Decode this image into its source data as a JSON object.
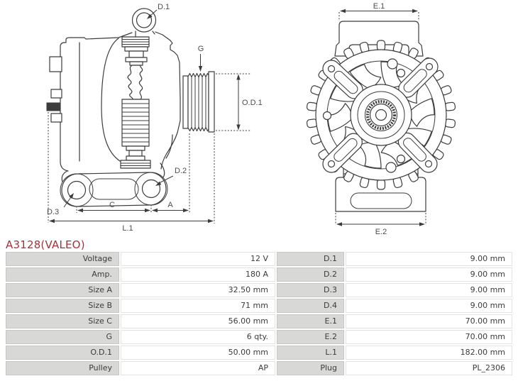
{
  "header": {
    "part_number": "A3128(VALEO)"
  },
  "colors": {
    "accent_red": "#a23339",
    "drawing_line": "#3c3c3c",
    "table_label_bg": "#d8d8d6"
  },
  "diagram": {
    "labels": {
      "d1": "D.1",
      "d2": "D.2",
      "d3": "D.3",
      "g": "G",
      "od1": "O.D.1",
      "c": "C",
      "a": "A",
      "l1": "L.1",
      "e1": "E.1",
      "e2": "E.2"
    }
  },
  "spec_table": {
    "rows": [
      {
        "label1": "Voltage",
        "value1": "12 V",
        "label2": "D.1",
        "value2": "9.00 mm"
      },
      {
        "label1": "Amp.",
        "value1": "180 A",
        "label2": "D.2",
        "value2": "9.00 mm"
      },
      {
        "label1": "Size A",
        "value1": "32.50 mm",
        "label2": "D.3",
        "value2": "9.00 mm"
      },
      {
        "label1": "Size B",
        "value1": "71 mm",
        "label2": "D.4",
        "value2": "9.00 mm"
      },
      {
        "label1": "Size C",
        "value1": "56.00 mm",
        "label2": "E.1",
        "value2": "70.00 mm"
      },
      {
        "label1": "G",
        "value1": "6 qty.",
        "label2": "E.2",
        "value2": "70.00 mm"
      },
      {
        "label1": "O.D.1",
        "value1": "50.00 mm",
        "label2": "L.1",
        "value2": "182.00 mm"
      },
      {
        "label1": "Pulley",
        "value1": "AP",
        "label2": "Plug",
        "value2": "PL_2306"
      }
    ]
  }
}
